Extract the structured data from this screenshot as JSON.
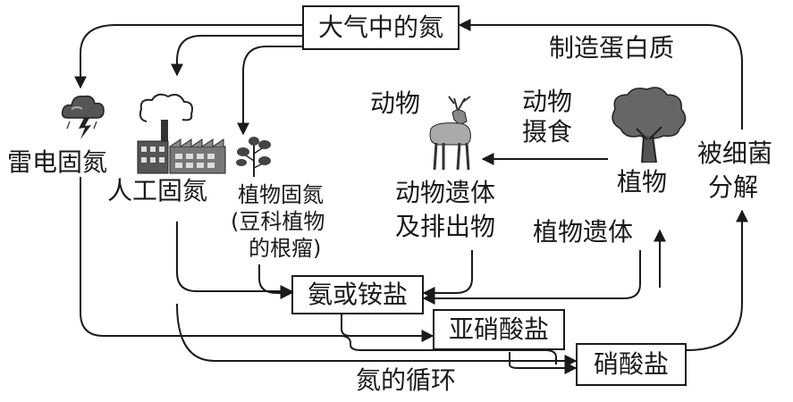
{
  "nodes": {
    "atmosphere": "大气中的氮",
    "ammonia": "氨或铵盐",
    "nitrite": "亚硝酸盐",
    "nitrate": "硝酸盐"
  },
  "labels": {
    "lightning_fixation": "雷电固氮",
    "industrial_fixation": "人工固氮",
    "plant_fixation": [
      "植物固氮",
      "(豆科植物",
      "的根瘤)"
    ],
    "animal": "动物",
    "animal_intake": [
      "动物",
      "摄食"
    ],
    "animal_remains": [
      "动物遗体",
      "及排出物"
    ],
    "plant": "植物",
    "plant_remains": "植物遗体",
    "make_protein": "制造蛋白质",
    "bacteria_decompose": [
      "被细菌",
      "分解"
    ],
    "caption": "氮的循环"
  },
  "icons": [
    "storm-cloud-icon",
    "factory-icon",
    "legume-plant-icon",
    "deer-icon",
    "tree-icon"
  ]
}
